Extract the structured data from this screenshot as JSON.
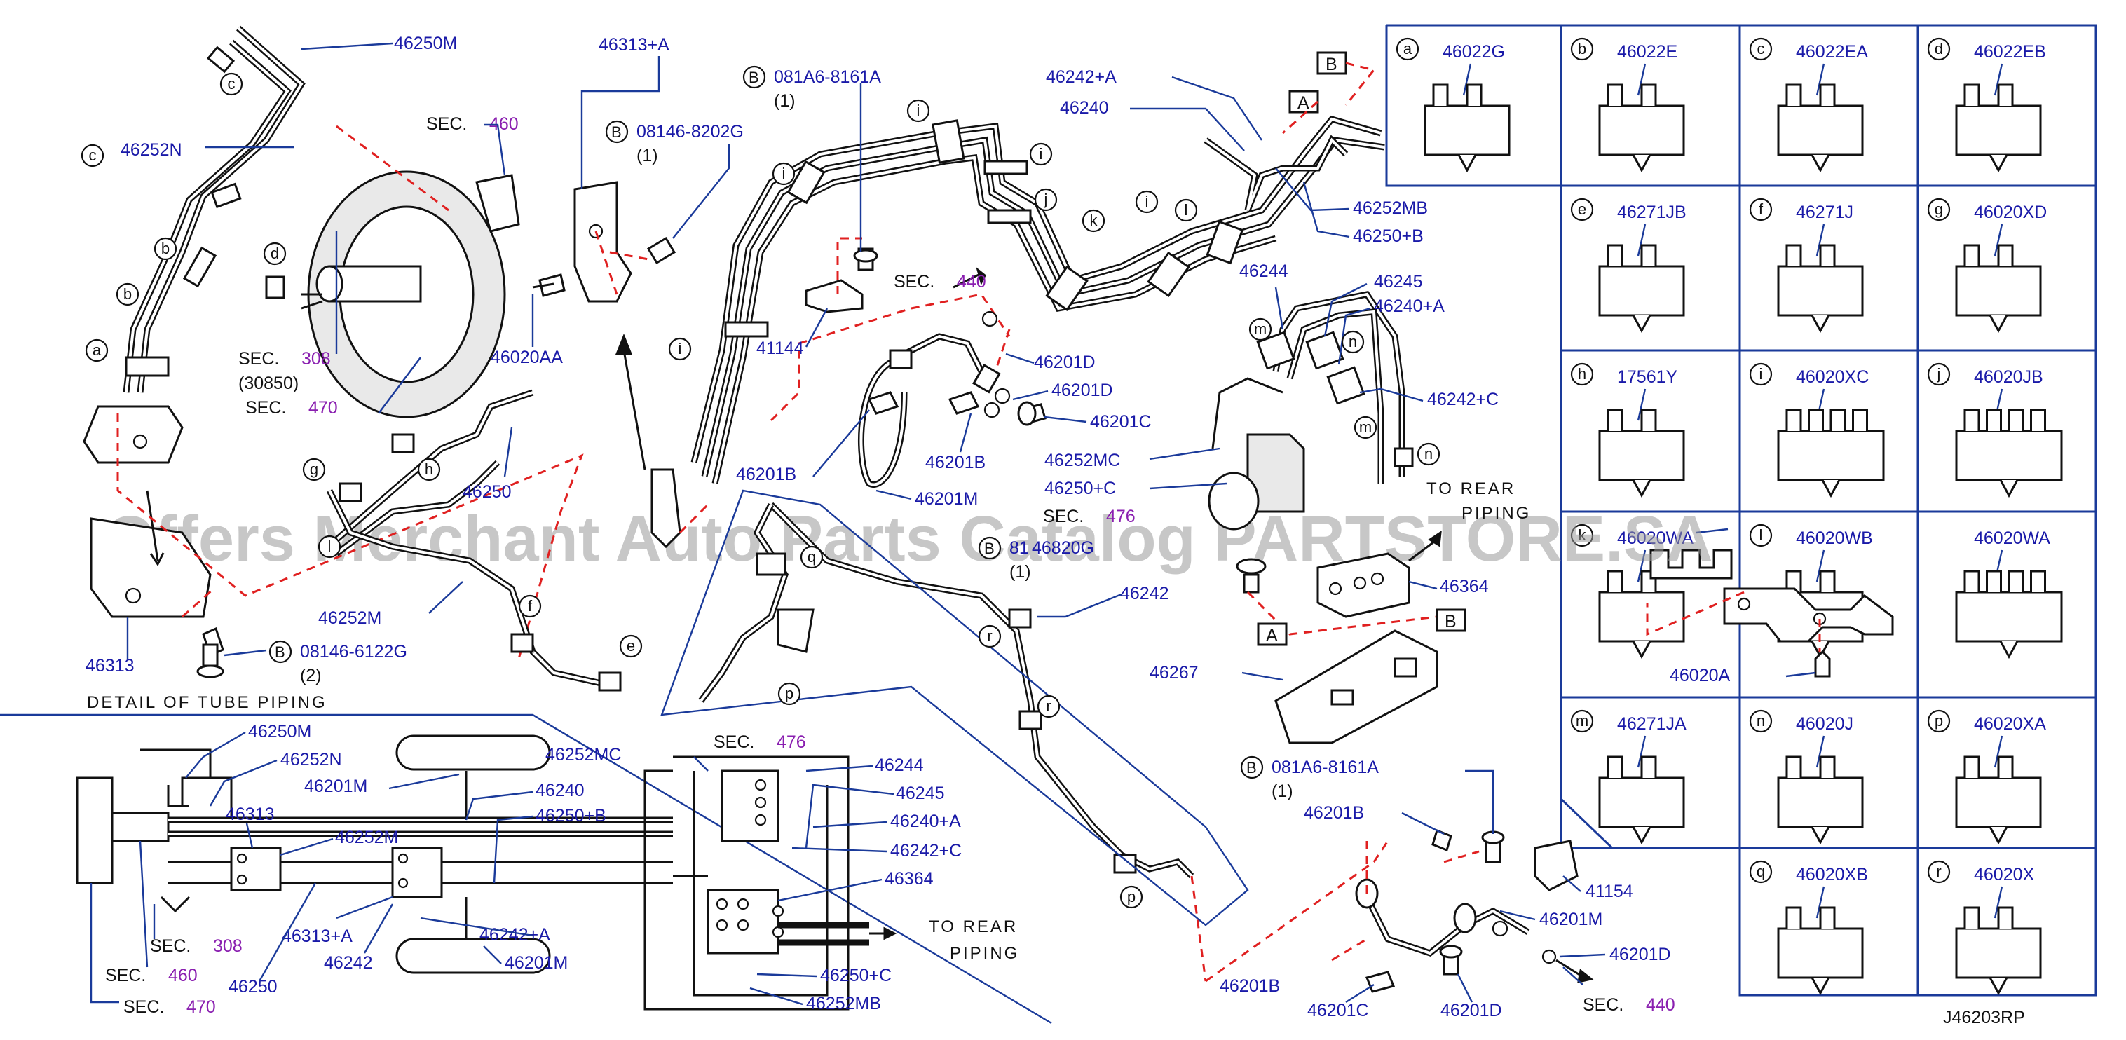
{
  "diagram_code": "J46203RP",
  "watermark": "Offers Merchant Auto Parts Catalog PARTSTORE.SA",
  "detail_title": "DETAIL OF TUBE PIPING",
  "to_rear_piping": [
    "TO REAR",
    "PIPING"
  ],
  "labels": {
    "l_46250M": "46250M",
    "l_46252N": "46252N",
    "l_46313": "46313",
    "l_46020AA": "46020AA",
    "l_46252M": "46252M",
    "l_46250": "46250",
    "l_46313A": "46313+A",
    "l_41144": "41144",
    "l_46201D_a": "46201D",
    "l_46201D_b": "46201D",
    "l_46201C": "46201C",
    "l_46201B_a": "46201B",
    "l_46201B_b": "46201B",
    "l_46201M": "46201M",
    "l_46252MC": "46252MC",
    "l_46250C": "46250+C",
    "l_46242A": "46242+A",
    "l_46240": "46240",
    "l_46252MB": "46252MB",
    "l_46250B": "46250+B",
    "l_46244": "46244",
    "l_46245": "46245",
    "l_46240A": "46240+A",
    "l_46242C": "46242+C",
    "l_46364": "46364",
    "l_46242": "46242",
    "l_46267": "46267",
    "l_41154": "41154",
    "l_46201M_b": "46201M",
    "l_46201D_c": "46201D",
    "l_46201D_d": "46201D",
    "l_46201B_c": "46201B",
    "l_46201C_b": "46201C",
    "l_46201B_d": "46201B"
  },
  "bolts": {
    "b1_code": "081A6-8161A",
    "b1_qty": "(1)",
    "b2_code": "08146-8202G",
    "b2_qty": "(1)",
    "b3_code": "08146-6122G",
    "b3_qty": "(2)",
    "b4_code": "81",
    "b4_code2": "46820G",
    "b4_qty": "(1)",
    "b5_code": "081A6-8161A",
    "b5_qty": "(1)",
    "b_letter": "B"
  },
  "sec": {
    "sec_word": "SEC.",
    "s460": "460",
    "s308": "308",
    "s30850": "(30850)",
    "s470": "470",
    "s440": "440",
    "s476": "476"
  },
  "detail": {
    "d_46250M": "46250M",
    "d_46252N": "46252N",
    "d_46201M": "46201M",
    "d_46313": "46313",
    "d_46252M": "46252M",
    "d_46252MC": "46252MC",
    "d_46240": "46240",
    "d_46250B": "46250+B",
    "d_46244": "46244",
    "d_46245": "46245",
    "d_46240A": "46240+A",
    "d_46242C": "46242+C",
    "d_46364": "46364",
    "d_46242A": "46242+A",
    "d_46313A": "46313+A",
    "d_46242": "46242",
    "d_46250": "46250",
    "d_46201M_b": "46201M",
    "d_46250C": "46250+C",
    "d_46252MB": "46252MB"
  },
  "clips": [
    {
      "letter": "a",
      "part": "46022G"
    },
    {
      "letter": "b",
      "part": "46022E"
    },
    {
      "letter": "c",
      "part": "46022EA"
    },
    {
      "letter": "d",
      "part": "46022EB"
    },
    {
      "letter": "e",
      "part": "46271JB"
    },
    {
      "letter": "f",
      "part": "46271J"
    },
    {
      "letter": "g",
      "part": "46020XD"
    },
    {
      "letter": "h",
      "part": "17561Y"
    },
    {
      "letter": "i",
      "part": "46020XC"
    },
    {
      "letter": "j",
      "part": "46020JB"
    },
    {
      "letter": "k",
      "part": "46020WA"
    },
    {
      "letter": "l",
      "part": "46020WB"
    },
    {
      "letter": "",
      "part": "46020WA"
    },
    {
      "letter": "m",
      "part": "46271JA"
    },
    {
      "letter": "n",
      "part": "46020J"
    },
    {
      "letter": "p",
      "part": "46020XA"
    },
    {
      "letter": "q",
      "part": "46020XB"
    },
    {
      "letter": "r",
      "part": "46020X"
    }
  ],
  "clip_bracket": "46020A",
  "box_letters": {
    "A": "A",
    "B": "B"
  },
  "colors": {
    "label": "#1a1aa8",
    "section": "#8a1fb0",
    "dash": "#e02020",
    "frame": "#1a3a9a"
  }
}
